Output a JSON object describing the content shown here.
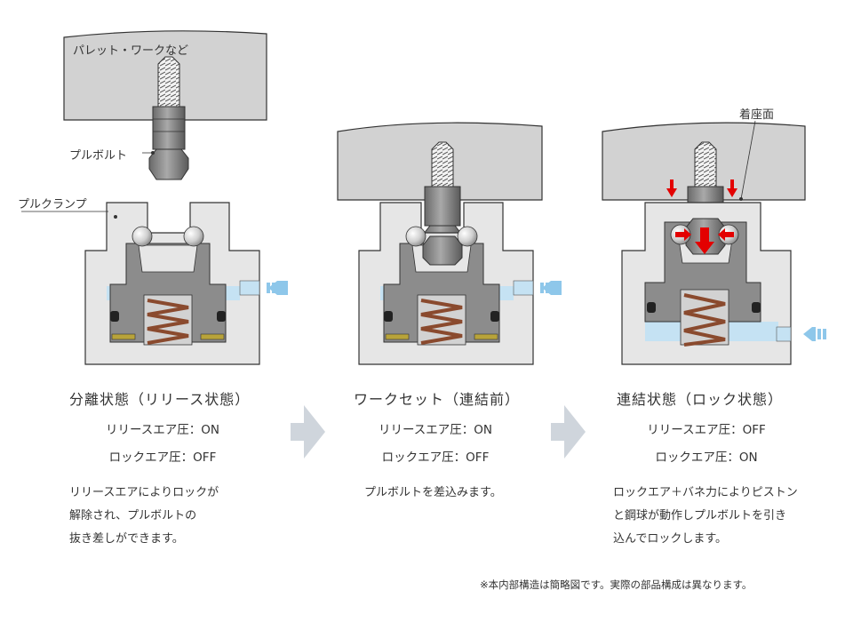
{
  "labels": {
    "pallet": "パレット・ワークなど",
    "pull_bolt": "プルボルト",
    "pull_clamp": "プルクランプ",
    "seating_surface": "着座面"
  },
  "stages": [
    {
      "title": "分離状態（リリース状態）",
      "release_air": "リリースエア圧：ON",
      "lock_air": "ロックエア圧：OFF",
      "description": [
        "リリースエアによりロックが",
        "解除され、プルボルトの",
        "抜き差しができます。"
      ]
    },
    {
      "title": "ワークセット（連結前）",
      "release_air": "リリースエア圧：ON",
      "lock_air": "ロックエア圧：OFF",
      "description": [
        "プルボルトを差込みます。"
      ]
    },
    {
      "title": "連結状態（ロック状態）",
      "release_air": "リリースエア圧：OFF",
      "lock_air": "ロックエア圧：ON",
      "description": [
        "ロックエア＋バネ力によりピストン",
        "と鋼球が動作しプルボルトを引き",
        "込んでロックします。"
      ]
    }
  ],
  "note": "※本内部構造は簡略図です。実際の部品構成は異なります。",
  "colors": {
    "body": "#e6e6e6",
    "outline": "#333333",
    "plate": "#d2d2d2",
    "piston": "#8c8c8c",
    "air": "#c5e2f3",
    "air_arrow": "#8ec7ea",
    "spring": "#8a4a2e",
    "force_arrow": "#e30000",
    "step_arrow": "#cfd5dc"
  }
}
